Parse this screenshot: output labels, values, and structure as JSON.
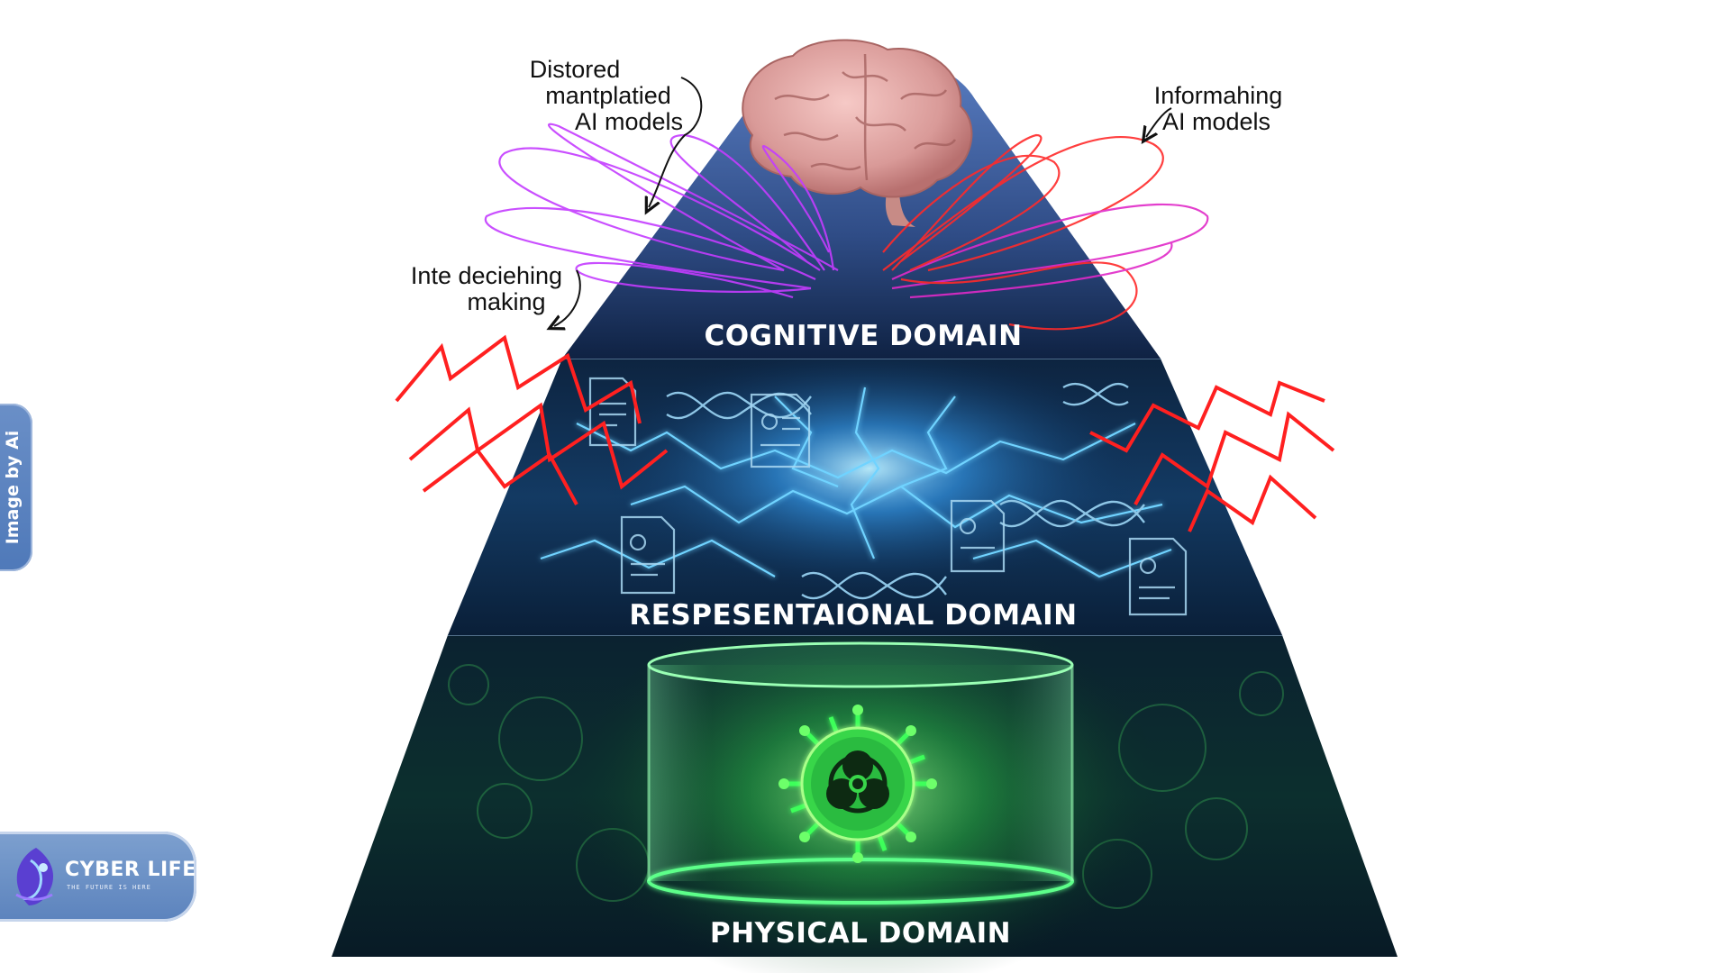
{
  "diagram": {
    "domains": [
      {
        "key": "cognitive",
        "label": "COGNITIVE DOMAIN"
      },
      {
        "key": "representational",
        "label": "RESPESENTAIONAL DOMAIN"
      },
      {
        "key": "physical",
        "label": "PHYSICAL DOMAIN"
      }
    ],
    "annotations": {
      "top_left": [
        "Distored",
        "mantplatied",
        "AI models"
      ],
      "top_right": [
        "Informahing",
        "AI models"
      ],
      "middle_left": [
        "Inte deciehing",
        "making"
      ]
    },
    "icons": [
      "brain-icon",
      "dna-helix-icon",
      "document-icon",
      "biohazard-icon",
      "virus-icon"
    ],
    "colors": {
      "cognitive_tier": "#3a5a9a",
      "representational_tier": "#0f2b4d",
      "physical_tier": "#0b2a30",
      "disruption_magenta": "#c43cff",
      "disruption_red": "#ff2a2a",
      "electric_blue": "#4fc3ff",
      "bio_green": "#3dff5a"
    }
  },
  "overlay": {
    "side_badge": "Image by Ai",
    "brand": {
      "name": "CYBER LIFE",
      "tagline": "THE FUTURE IS HERE"
    }
  }
}
